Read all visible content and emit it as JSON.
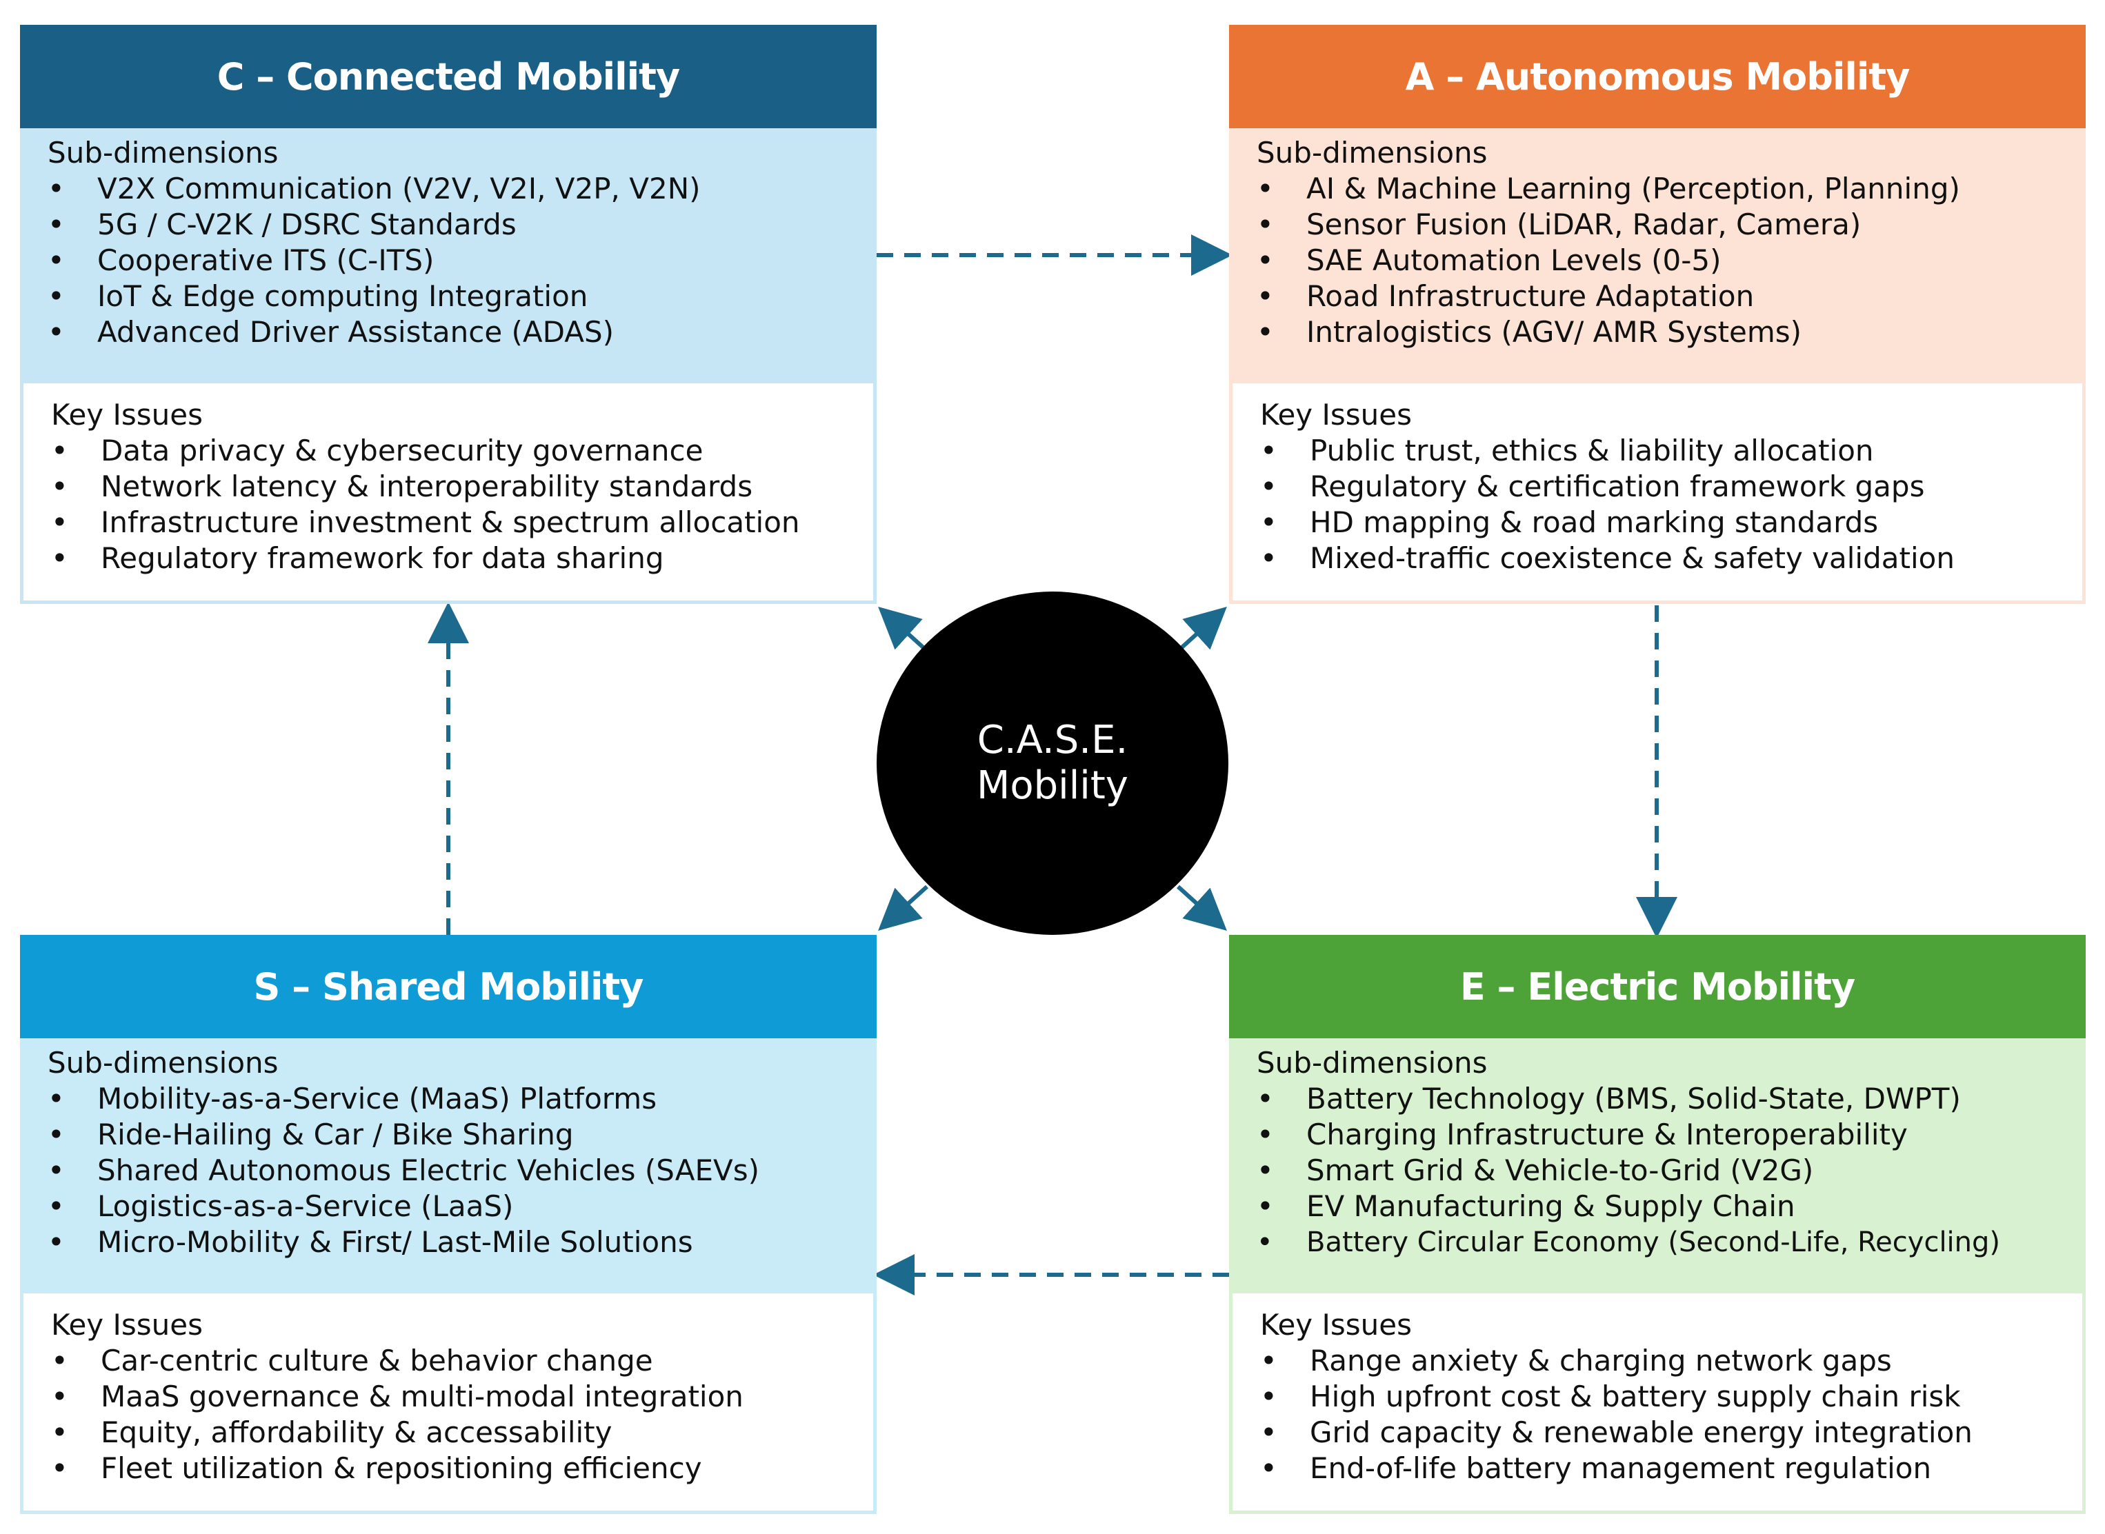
{
  "colors": {
    "connected_header": "#1a5f86",
    "connected_body": "#c6e6f5",
    "autonomous_header": "#ea7433",
    "autonomous_body": "#fde3d5",
    "shared_header": "#0f9bd6",
    "shared_body": "#c9ebf8",
    "electric_header": "#4ea338",
    "electric_body": "#d8f1d0",
    "arrow": "#1d6a8f",
    "center": "#000000"
  },
  "center": {
    "line1": "C.A.S.E.",
    "line2": "Mobility"
  },
  "bullet": "•",
  "quadrants": {
    "connected": {
      "title": "C – Connected Mobility",
      "sub_title": "Sub-dimensions",
      "sub_items": [
        "V2X Communication (V2V, V2I, V2P, V2N)",
        "5G / C-V2K / DSRC Standards",
        "Cooperative ITS (C-ITS)",
        "IoT & Edge computing Integration",
        "Advanced Driver Assistance (ADAS)"
      ],
      "key_title": "Key Issues",
      "key_items": [
        "Data privacy & cybersecurity governance",
        "Network latency & interoperability standards",
        "Infrastructure investment & spectrum allocation",
        "Regulatory framework for data sharing"
      ]
    },
    "autonomous": {
      "title": "A – Autonomous Mobility",
      "sub_title": "Sub-dimensions",
      "sub_items": [
        "AI & Machine Learning (Perception, Planning)",
        "Sensor Fusion (LiDAR, Radar, Camera)",
        "SAE Automation Levels (0-5)",
        "Road Infrastructure Adaptation",
        "Intralogistics (AGV/ AMR Systems)"
      ],
      "key_title": "Key Issues",
      "key_items": [
        "Public trust, ethics & liability allocation",
        "Regulatory & certification framework gaps",
        "HD mapping & road marking standards",
        "Mixed-traffic coexistence & safety validation"
      ]
    },
    "shared": {
      "title": "S – Shared Mobility",
      "sub_title": "Sub-dimensions",
      "sub_items": [
        "Mobility-as-a-Service (MaaS) Platforms",
        "Ride-Hailing & Car / Bike Sharing",
        "Shared Autonomous Electric Vehicles (SAEVs)",
        "Logistics-as-a-Service (LaaS)",
        "Micro-Mobility & First/ Last-Mile Solutions"
      ],
      "key_title": "Key Issues",
      "key_items": [
        "Car-centric culture & behavior change",
        "MaaS governance & multi-modal integration",
        "Equity, affordability & accessability",
        "Fleet utilization & repositioning efficiency"
      ]
    },
    "electric": {
      "title": "E – Electric Mobility",
      "sub_title": "Sub-dimensions",
      "sub_items": [
        "Battery Technology (BMS, Solid-State, DWPT)",
        "Charging Infrastructure & Interoperability",
        "Smart Grid & Vehicle-to-Grid (V2G)",
        "EV Manufacturing & Supply Chain",
        "Battery Circular Economy (Second-Life, Recycling)"
      ],
      "key_title": "Key Issues",
      "key_items": [
        "Range anxiety & charging network gaps",
        "High upfront cost & battery supply chain risk",
        "Grid capacity & renewable energy integration",
        "End-of-life battery management regulation"
      ]
    }
  }
}
